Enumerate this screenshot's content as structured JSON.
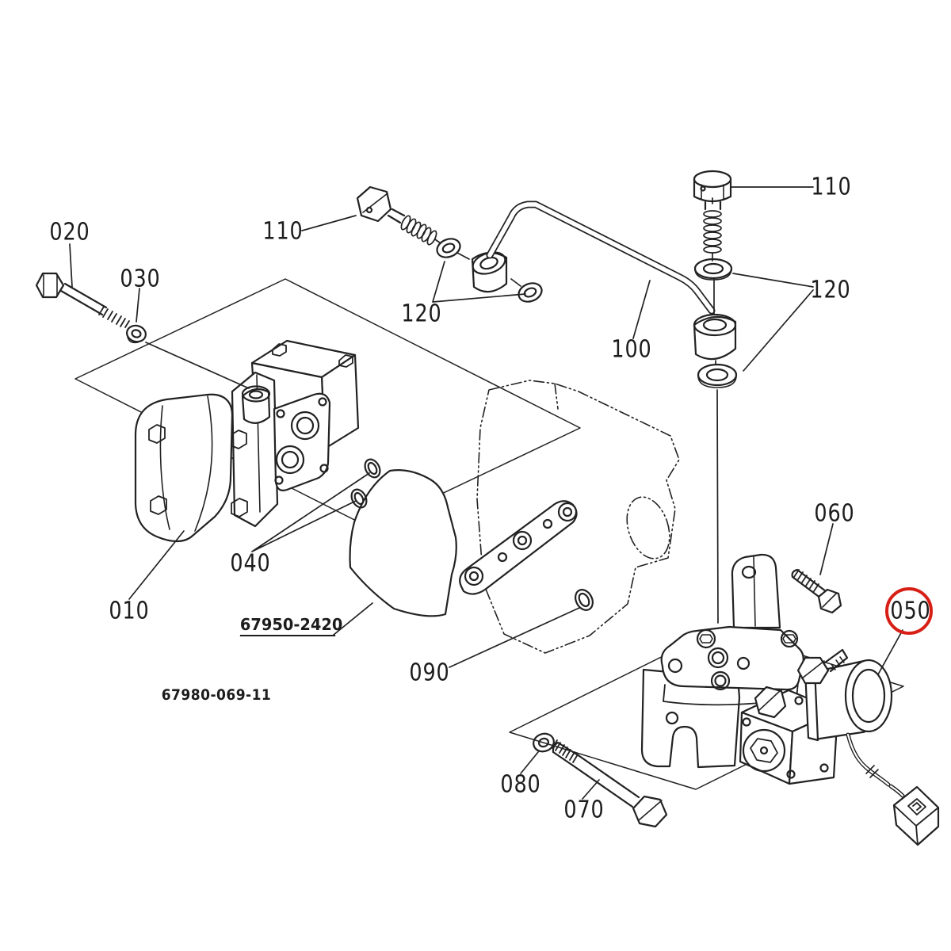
{
  "diagram": {
    "labels": {
      "p020": "020",
      "p030": "030",
      "p110_left": "110",
      "p120_left": "120",
      "p100": "100",
      "p110_right": "110",
      "p120_right": "120",
      "p010": "010",
      "p040": "040",
      "p090": "090",
      "p060": "060",
      "p050": "050",
      "p080": "080",
      "p070": "070",
      "assembly_code": "67950-2420",
      "drawing_code": "67980-069-11"
    },
    "highlight": {
      "part": "050",
      "color": "#d81f16"
    }
  }
}
